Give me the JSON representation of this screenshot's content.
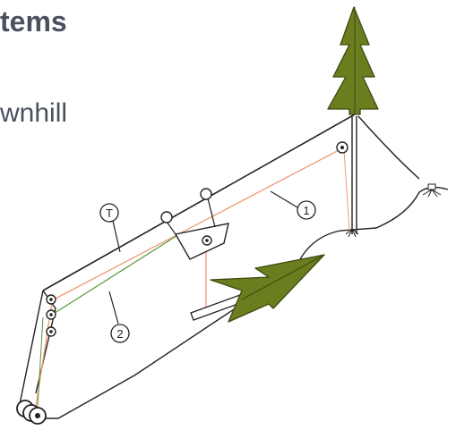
{
  "slide": {
    "title_fragment": "tems",
    "subtitle_fragment": "wnhill"
  },
  "diagram": {
    "labels": {
      "tension_line": "T",
      "line_1": "1",
      "line_2": "2"
    },
    "colors": {
      "tree_fill": "#6b7e1f",
      "tree_stroke": "#3d4a10",
      "line_orange": "#f09a7a",
      "line_green": "#5c9a3a",
      "structure": "#222222"
    }
  }
}
